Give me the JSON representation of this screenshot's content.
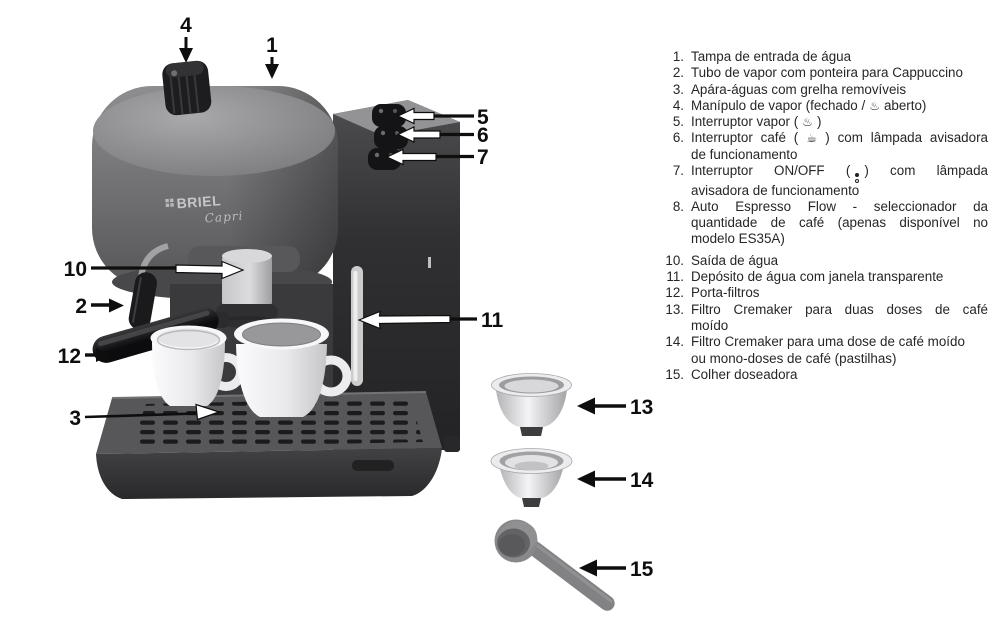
{
  "figure": {
    "brand": "BRIEL",
    "model": "Capri",
    "callouts": {
      "n1": "1",
      "n2": "2",
      "n3": "3",
      "n4": "4",
      "n5": "5",
      "n6": "6",
      "n7": "7",
      "n10": "10",
      "n11": "11",
      "n12": "12",
      "n13": "13",
      "n14": "14",
      "n15": "15"
    }
  },
  "icons": {
    "steam": "♨",
    "cup": "☕",
    "power": "css:filled-dot-over-open-circle"
  },
  "colors": {
    "background": "#ffffff",
    "text": "#262626",
    "machine_body": "#77777a",
    "machine_dark": "#2e2e30"
  },
  "parts_list": {
    "items": [
      {
        "num": "1.",
        "text": "Tampa de entrada de água"
      },
      {
        "num": "2.",
        "text": "Tubo de vapor com ponteira para Cappuccino"
      },
      {
        "num": "3.",
        "text": "Apára-águas com grelha removíveis"
      },
      {
        "num": "4.",
        "pre": "Manípulo de vapor (fechado /",
        "post": "aberto)"
      },
      {
        "num": "5.",
        "pre": "Interruptor vapor (",
        "post": ")"
      },
      {
        "num": "6.",
        "l1_pre": "Interruptor café (",
        "l1_post": ") com lâmpada avisadora",
        "l2": "de funcionamento"
      },
      {
        "num": "7.",
        "l1_pre": "Interruptor ON/OFF (",
        "l1_post": ") com lâmpada",
        "l2": "avisadora de funcionamento"
      },
      {
        "num": "8.",
        "l1": "Auto Espresso Flow - seleccionador da",
        "l2": "quantidade de café (apenas disponível no",
        "l3": "modelo ES35A)"
      },
      {
        "num": "10.",
        "text": "Saída de água"
      },
      {
        "num": "11.",
        "text": "Depósito de água com janela transparente"
      },
      {
        "num": "12.",
        "text": "Porta-filtros"
      },
      {
        "num": "13.",
        "l1": "Filtro Cremaker para duas doses de café",
        "l2": "moído"
      },
      {
        "num": "14.",
        "l1": "Filtro Cremaker para uma dose de café moído",
        "l2": "ou mono-doses de café (pastilhas)"
      },
      {
        "num": "15.",
        "text": "Colher doseadora"
      }
    ]
  }
}
